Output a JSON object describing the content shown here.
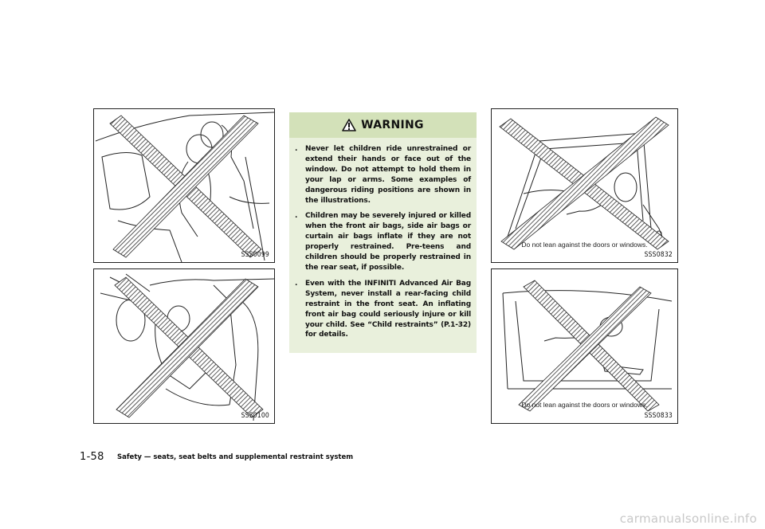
{
  "figures": {
    "top_left": {
      "code": "SSS0099"
    },
    "bottom_left": {
      "code": "SSS0100"
    },
    "top_right": {
      "code": "SSS0832",
      "caption": "Do not lean against the doors or windows."
    },
    "bottom_right": {
      "code": "SSS0833",
      "caption": "Do not lean against the doors or windows."
    }
  },
  "warning": {
    "title": "WARNING",
    "bullet": ".",
    "items": [
      "Never let children ride unrestrained or extend their hands or face out of the window. Do not attempt to hold them in your lap or arms. Some examples of dangerous riding positions are shown in the illustrations.",
      "Children may be severely injured or killed when the front air bags, side air bags or curtain air bags inflate if they are not properly restrained. Pre-teens and children should be properly restrained in the rear seat, if possible.",
      "Even with the INFINITI Advanced Air Bag System, never install a rear-facing child restraint in the front seat. An inflating front air bag could seriously injure or kill your child. See “Child restraints” (P.1-32) for details."
    ]
  },
  "footer": {
    "page_number": "1-58",
    "section_title": "Safety — seats, seat belts and supplemental restraint system"
  },
  "watermark": "carmanualsonline.info",
  "colors": {
    "warning_header": "#d3e1b9",
    "warning_body": "#e9f0dc",
    "hatch": "#333333"
  }
}
